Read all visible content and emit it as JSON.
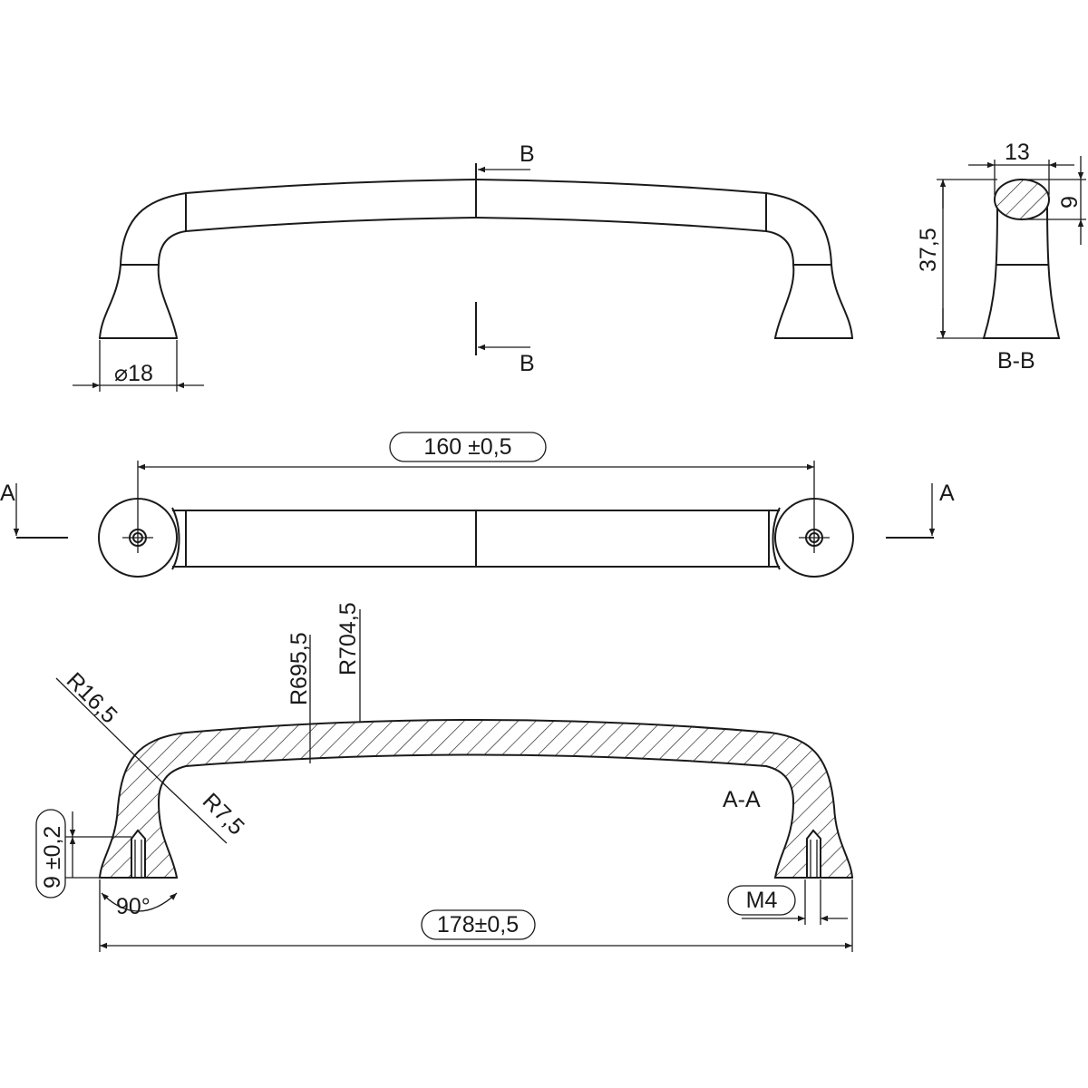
{
  "drawing": {
    "front_view": {
      "section_mark_top": "B",
      "section_mark_bottom": "B",
      "foot_diameter": "⌀18"
    },
    "section_bb": {
      "width": "13",
      "thickness": "9",
      "height": "37,5",
      "label": "B-B"
    },
    "top_view": {
      "hole_spacing": "160 ±0,5",
      "section_mark_left": "A",
      "section_mark_right": "A"
    },
    "section_aa": {
      "label": "A-A",
      "outer_corner_radius": "R16,5",
      "inner_corner_radius": "R7,5",
      "inner_arc_radius": "R695,5",
      "outer_arc_radius": "R704,5",
      "thread_depth": "9 ±0,2",
      "angle": "90°",
      "overall_length": "178±0,5",
      "thread": "M4"
    },
    "colors": {
      "line": "#1a1a1a",
      "background": "#ffffff"
    }
  }
}
